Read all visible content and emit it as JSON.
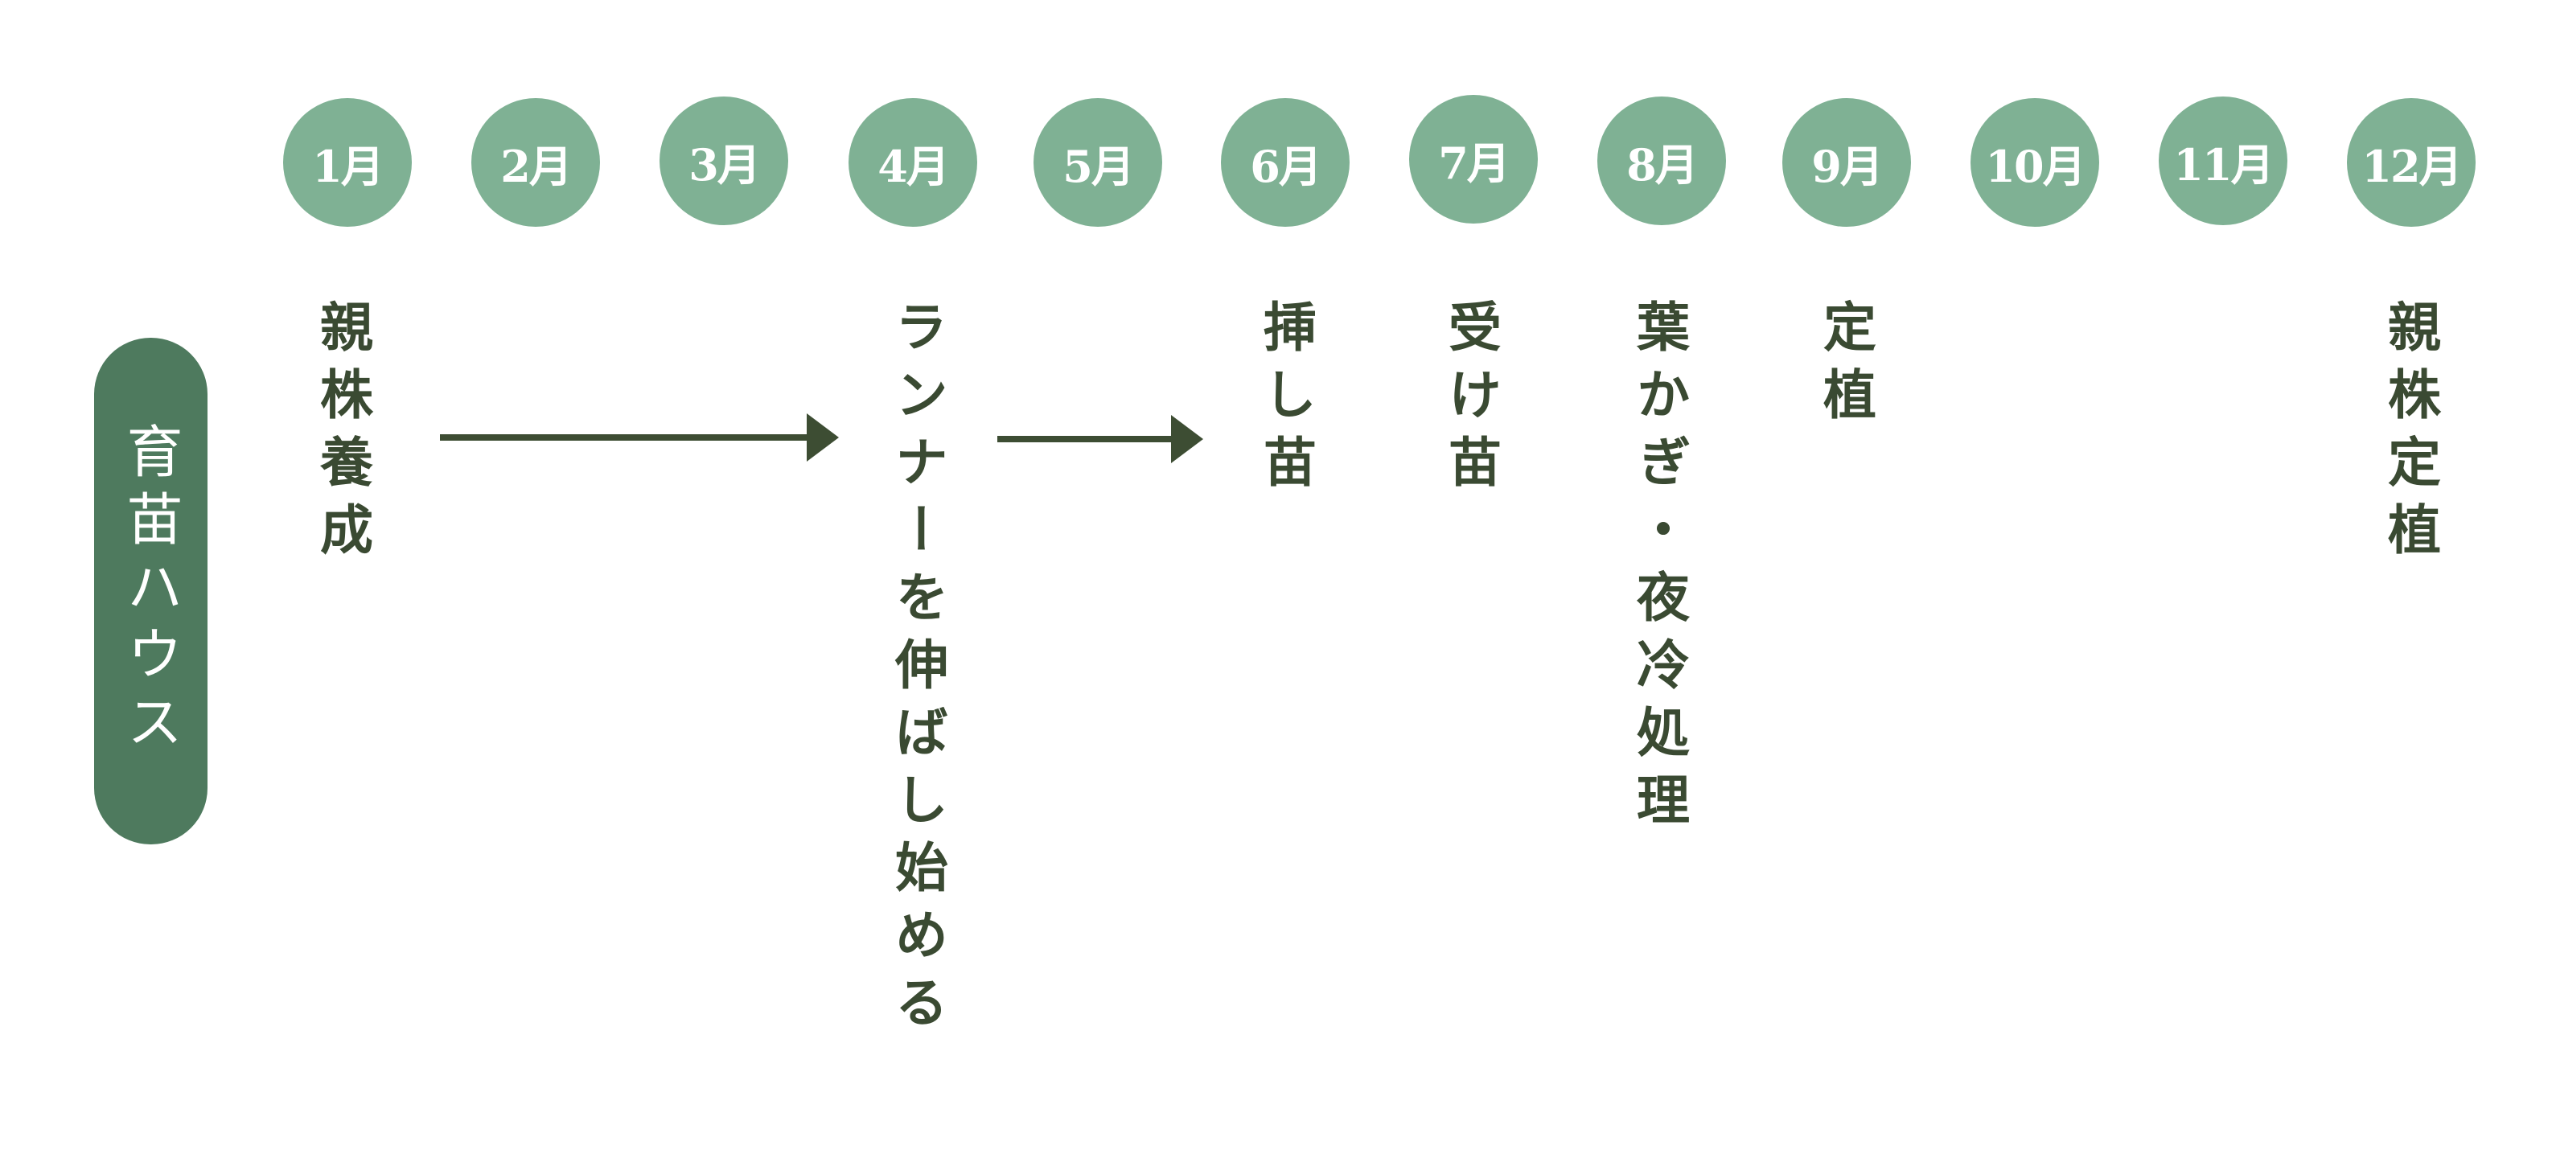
{
  "colors": {
    "month_circle": "#7fb194",
    "pill": "#4e7a5e",
    "text": "#3a4a32",
    "arrow": "#3d4d33"
  },
  "months": [
    "1月",
    "2月",
    "3月",
    "4月",
    "5月",
    "6月",
    "7月",
    "8月",
    "9月",
    "10月",
    "11月",
    "12月"
  ],
  "row_label": "育苗ハウス",
  "tasks": [
    {
      "month": "1月",
      "label": "親株養成"
    },
    {
      "month": "4月",
      "label": "ランナーを伸ばし始める"
    },
    {
      "month": "6月",
      "label": "挿し苗"
    },
    {
      "month": "7月",
      "label": "受け苗"
    },
    {
      "month": "8月",
      "label": "葉かぎ・夜冷処理"
    },
    {
      "month": "9月",
      "label": "定植"
    },
    {
      "month": "12月",
      "label": "親株定植"
    }
  ],
  "arrows": [
    {
      "from": "1月",
      "to": "4月"
    },
    {
      "from": "4月",
      "to": "6月"
    }
  ]
}
